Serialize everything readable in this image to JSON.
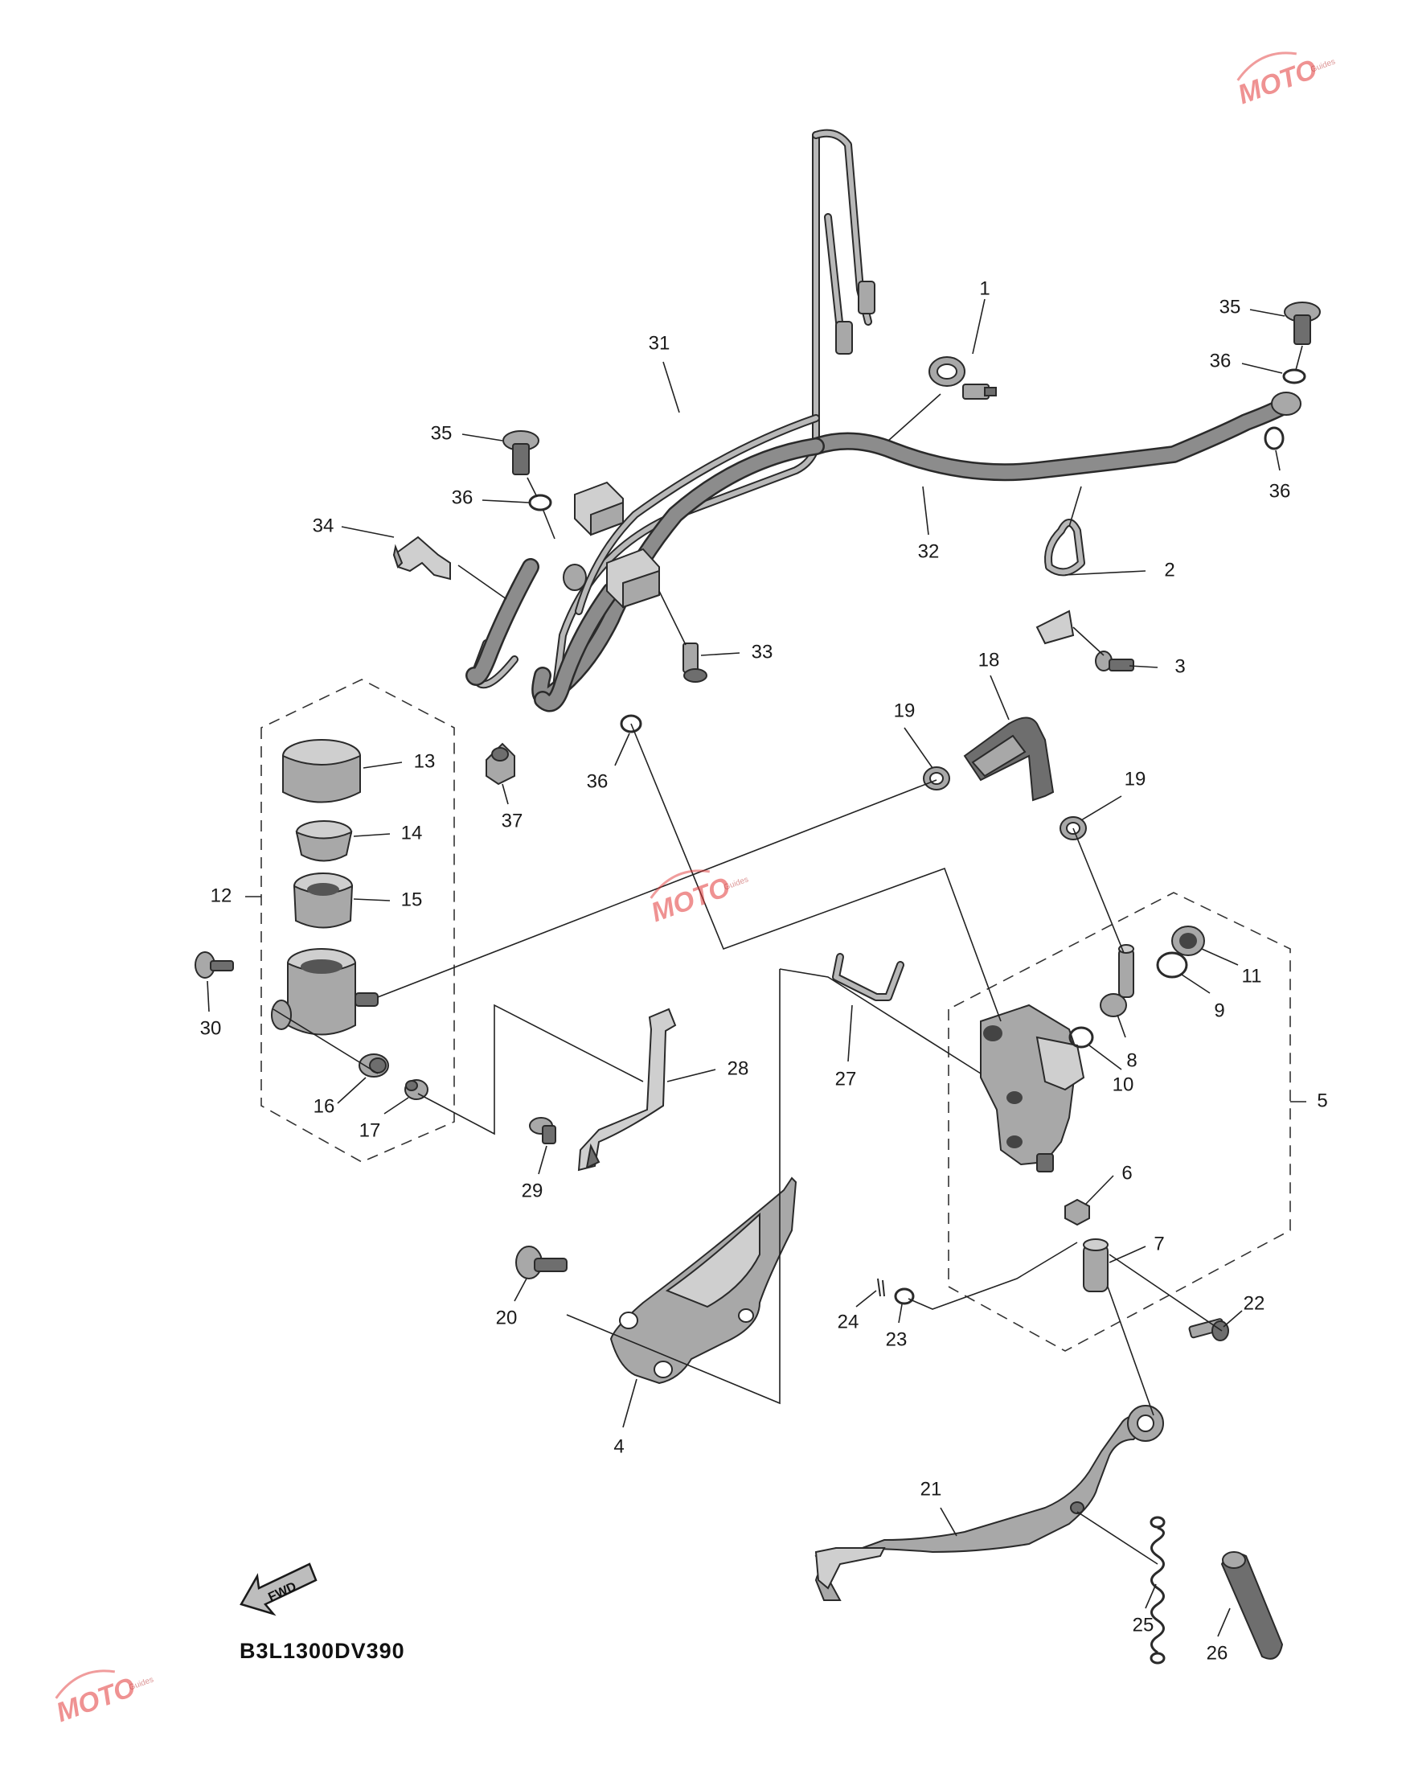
{
  "diagram": {
    "code": "B3L1300DV390",
    "fwd_label": "FWD",
    "watermark": {
      "text": "MOTO",
      "subtext": "Guides"
    },
    "callouts": [
      {
        "id": "c1",
        "label": "1"
      },
      {
        "id": "c2",
        "label": "2"
      },
      {
        "id": "c3",
        "label": "3"
      },
      {
        "id": "c4",
        "label": "4"
      },
      {
        "id": "c5",
        "label": "5"
      },
      {
        "id": "c6",
        "label": "6"
      },
      {
        "id": "c7",
        "label": "7"
      },
      {
        "id": "c8",
        "label": "8"
      },
      {
        "id": "c9",
        "label": "9"
      },
      {
        "id": "c10",
        "label": "10"
      },
      {
        "id": "c11",
        "label": "11"
      },
      {
        "id": "c12",
        "label": "12"
      },
      {
        "id": "c13",
        "label": "13"
      },
      {
        "id": "c14",
        "label": "14"
      },
      {
        "id": "c15",
        "label": "15"
      },
      {
        "id": "c16",
        "label": "16"
      },
      {
        "id": "c17",
        "label": "17"
      },
      {
        "id": "c18",
        "label": "18"
      },
      {
        "id": "c19a",
        "label": "19"
      },
      {
        "id": "c19b",
        "label": "19"
      },
      {
        "id": "c20",
        "label": "20"
      },
      {
        "id": "c21",
        "label": "21"
      },
      {
        "id": "c22",
        "label": "22"
      },
      {
        "id": "c23",
        "label": "23"
      },
      {
        "id": "c24",
        "label": "24"
      },
      {
        "id": "c25",
        "label": "25"
      },
      {
        "id": "c26",
        "label": "26"
      },
      {
        "id": "c27",
        "label": "27"
      },
      {
        "id": "c28",
        "label": "28"
      },
      {
        "id": "c29",
        "label": "29"
      },
      {
        "id": "c30",
        "label": "30"
      },
      {
        "id": "c31",
        "label": "31"
      },
      {
        "id": "c32",
        "label": "32"
      },
      {
        "id": "c33",
        "label": "33"
      },
      {
        "id": "c34",
        "label": "34"
      },
      {
        "id": "c35a",
        "label": "35"
      },
      {
        "id": "c35b",
        "label": "35"
      },
      {
        "id": "c36a",
        "label": "36"
      },
      {
        "id": "c36b",
        "label": "36"
      },
      {
        "id": "c36c",
        "label": "36"
      },
      {
        "id": "c36d",
        "label": "36"
      },
      {
        "id": "c37",
        "label": "37"
      }
    ]
  }
}
